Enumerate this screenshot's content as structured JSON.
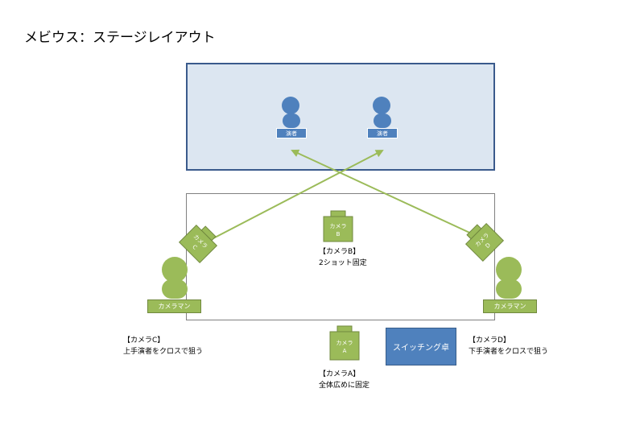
{
  "title": "メビウス：ステージレイアウト",
  "colors": {
    "performer": "#4f81bd",
    "camera": "#9bbb59",
    "arrow": "#9bbb59",
    "stage_fill": "#dce6f1",
    "switcher": "#4f81bd"
  },
  "performers": [
    {
      "label": "演者"
    },
    {
      "label": "演者"
    }
  ],
  "operators": [
    {
      "label": "カメラマン"
    },
    {
      "label": "カメラマン"
    }
  ],
  "cameras": {
    "a": {
      "line1": "カメラ",
      "line2": "A"
    },
    "b": {
      "line1": "カメラ",
      "line2": "B"
    },
    "c": {
      "line1": "カメラ",
      "line2": "C"
    },
    "d": {
      "line1": "カメラ",
      "line2": "D"
    }
  },
  "notes": {
    "b": {
      "heading": "【カメラB】",
      "body": "2ショット固定"
    },
    "a": {
      "heading": "【カメラA】",
      "body": "全体広めに固定"
    },
    "c": {
      "heading": "【カメラC】",
      "body": "上手演者をクロスで狙う"
    },
    "d": {
      "heading": "【カメラD】",
      "body": "下手演者をクロスで狙う"
    }
  },
  "switcher": {
    "label": "スイッチング卓"
  }
}
